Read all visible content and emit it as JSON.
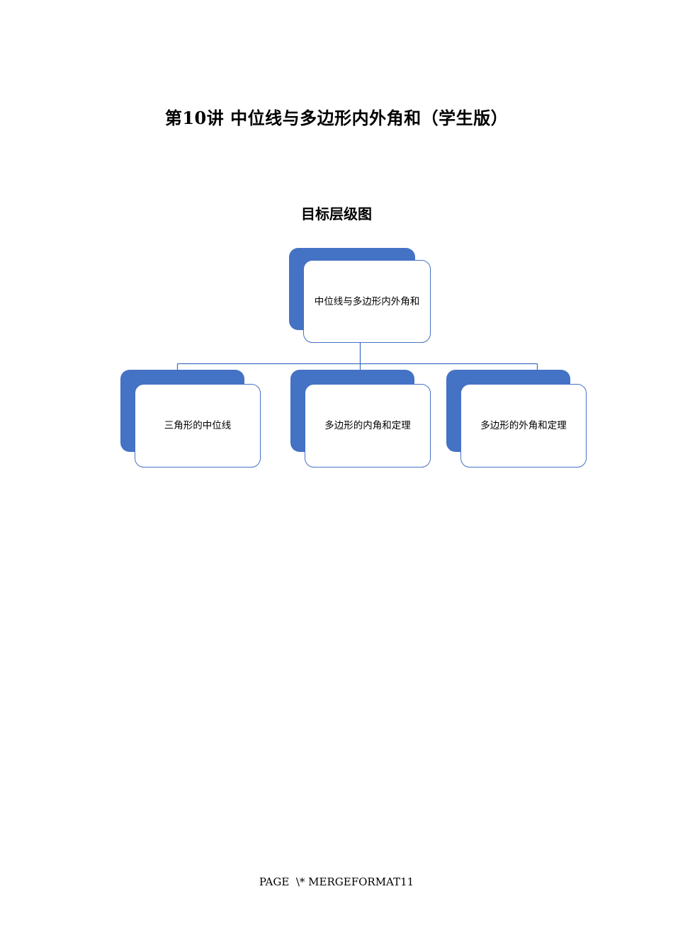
{
  "document": {
    "title": "第10讲 中位线与多边形内外角和（学生版）",
    "section_heading": "目标层级图",
    "footer": "PAGE  \\* MERGEFORMAT11"
  },
  "colors": {
    "accent_blue": "#4472C4",
    "card_border": "#4472C4",
    "card_fill": "#FFFFFF",
    "connector": "#4472C4",
    "text": "#000000",
    "page_background": "#FFFFFF"
  },
  "chart_data": {
    "type": "diagram",
    "diagram_kind": "hierarchy",
    "title": "目标层级图",
    "root": {
      "id": "root",
      "label": "中位线与多边形内外角和"
    },
    "children": [
      {
        "id": "child-1",
        "label": "三角形的中位线"
      },
      {
        "id": "child-2",
        "label": "多边形的内角和定理"
      },
      {
        "id": "child-3",
        "label": "多边形的外角和定理"
      }
    ],
    "edges": [
      {
        "from": "root",
        "to": "child-1"
      },
      {
        "from": "root",
        "to": "child-2"
      },
      {
        "from": "root",
        "to": "child-3"
      }
    ],
    "legend": [],
    "annotations": []
  }
}
